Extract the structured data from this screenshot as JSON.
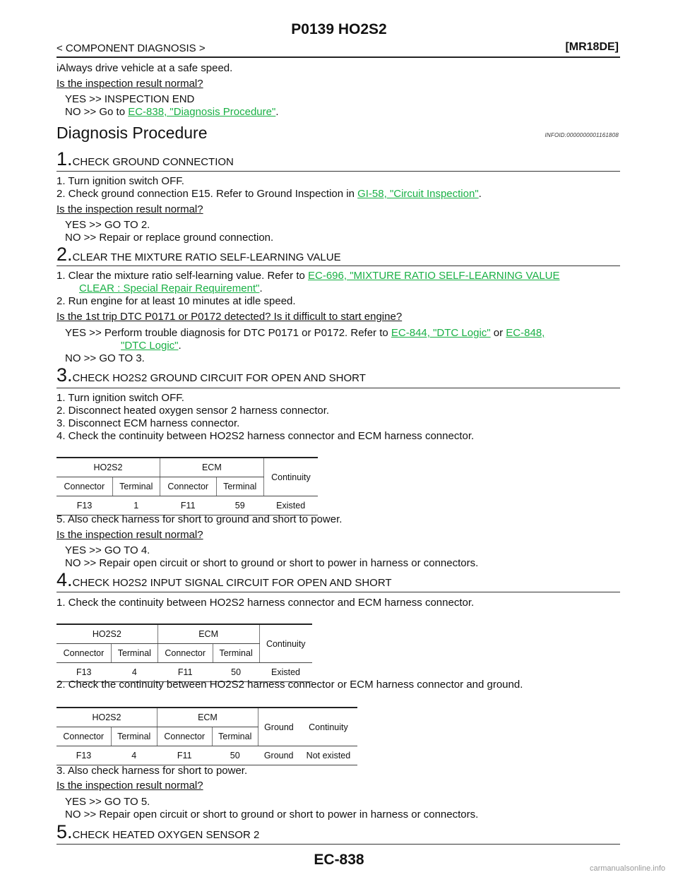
{
  "header": {
    "title": "P0139 HO2S2",
    "section": "< COMPONENT DIAGNOSIS >",
    "engine": "[MR18DE]"
  },
  "intro": {
    "line": "iAlways drive vehicle at a safe speed.",
    "question": "Is the inspection result normal?",
    "yes": "YES      >> INSPECTION END",
    "no_prefix": "NO       >> Go to ",
    "no_link": "EC-838, \"Diagnosis Procedure\"",
    "no_suffix": "."
  },
  "diag": {
    "title": "Diagnosis Procedure",
    "infoid": "INFOID:0000000001161808"
  },
  "step1": {
    "num": "1.",
    "title": "CHECK GROUND CONNECTION",
    "l1": "1.  Turn ignition switch OFF.",
    "l2_prefix": "2.  Check ground connection E15. Refer to Ground Inspection in ",
    "l2_link": "GI-58, \"Circuit Inspection\"",
    "l2_suffix": ".",
    "question": "Is the inspection result normal?",
    "yes": "YES      >> GO TO 2.",
    "no": "NO       >> Repair or replace ground connection."
  },
  "step2": {
    "num": "2.",
    "title": "CLEAR THE MIXTURE RATIO SELF-LEARNING VALUE",
    "l1_prefix": "1.  Clear the mixture ratio self-learning value. Refer to ",
    "l1_link_a": "EC-696, \"MIXTURE RATIO SELF-LEARNING VALUE",
    "l1_link_b": "CLEAR : Special Repair Requirement\"",
    "l1_suffix": ".",
    "l2": "2.  Run engine for at least 10 minutes at idle speed.",
    "question": "Is the 1st trip DTC P0171 or P0172 detected? Is it difficult to start engine?",
    "yes_prefix": "YES      >> Perform  trouble  diagnosis  for  DTC  P0171  or  P0172.  Refer  to ",
    "yes_link1": "EC-844, \"DTC Logic\"",
    "yes_mid": " or ",
    "yes_link2a": "EC-848,",
    "yes_link2b": "\"DTC Logic\"",
    "yes_suffix": ".",
    "no": "NO       >> GO TO 3."
  },
  "step3": {
    "num": "3.",
    "title": "CHECK HO2S2 GROUND CIRCUIT FOR OPEN AND SHORT",
    "l1": "1.  Turn ignition switch OFF.",
    "l2": "2.  Disconnect heated oxygen sensor 2 harness connector.",
    "l3": "3.  Disconnect ECM harness connector.",
    "l4": "4.  Check the continuity between HO2S2 harness connector and ECM harness connector.",
    "table": {
      "h_ho2s2": "HO2S2",
      "h_ecm": "ECM",
      "h_cont": "Continuity",
      "h_conn1": "Connector",
      "h_term1": "Terminal",
      "h_conn2": "Connector",
      "h_term2": "Terminal",
      "r_conn1": "F13",
      "r_term1": "1",
      "r_conn2": "F11",
      "r_term2": "59",
      "r_cont": "Existed"
    },
    "l5": "5.  Also check harness for short to ground and short to power.",
    "question": "Is the inspection result normal?",
    "yes": "YES      >> GO TO 4.",
    "no": "NO       >> Repair open circuit or short to ground or short to power in harness or connectors."
  },
  "step4": {
    "num": "4.",
    "title": "CHECK HO2S2 INPUT SIGNAL CIRCUIT FOR OPEN AND SHORT",
    "l1": "1.  Check the continuity between HO2S2 harness connector and ECM harness connector.",
    "table1": {
      "h_ho2s2": "HO2S2",
      "h_ecm": "ECM",
      "h_cont": "Continuity",
      "h_conn1": "Connector",
      "h_term1": "Terminal",
      "h_conn2": "Connector",
      "h_term2": "Terminal",
      "r_conn1": "F13",
      "r_term1": "4",
      "r_conn2": "F11",
      "r_term2": "50",
      "r_cont": "Existed"
    },
    "l2": "2.  Check the continuity between HO2S2 harness connector or ECM harness connector and ground.",
    "table2": {
      "h_ho2s2": "HO2S2",
      "h_ecm": "ECM",
      "h_ground": "Ground",
      "h_cont": "Continuity",
      "h_conn1": "Connector",
      "h_term1": "Terminal",
      "h_conn2": "Connector",
      "h_term2": "Terminal",
      "r_conn1": "F13",
      "r_term1": "4",
      "r_conn2": "F11",
      "r_term2": "50",
      "r_ground": "Ground",
      "r_cont": "Not existed"
    },
    "l3": "3.  Also check harness for short to power.",
    "question": "Is the inspection result normal?",
    "yes": "YES      >> GO TO 5.",
    "no": "NO       >> Repair open circuit or short to ground or short to power in harness or connectors."
  },
  "step5": {
    "num": "5.",
    "title": "CHECK HEATED OXYGEN SENSOR 2"
  },
  "footer": {
    "page": "EC-838",
    "watermark": "carmanualsonline.info"
  },
  "colors": {
    "link": "#19b045",
    "text": "#111111"
  }
}
